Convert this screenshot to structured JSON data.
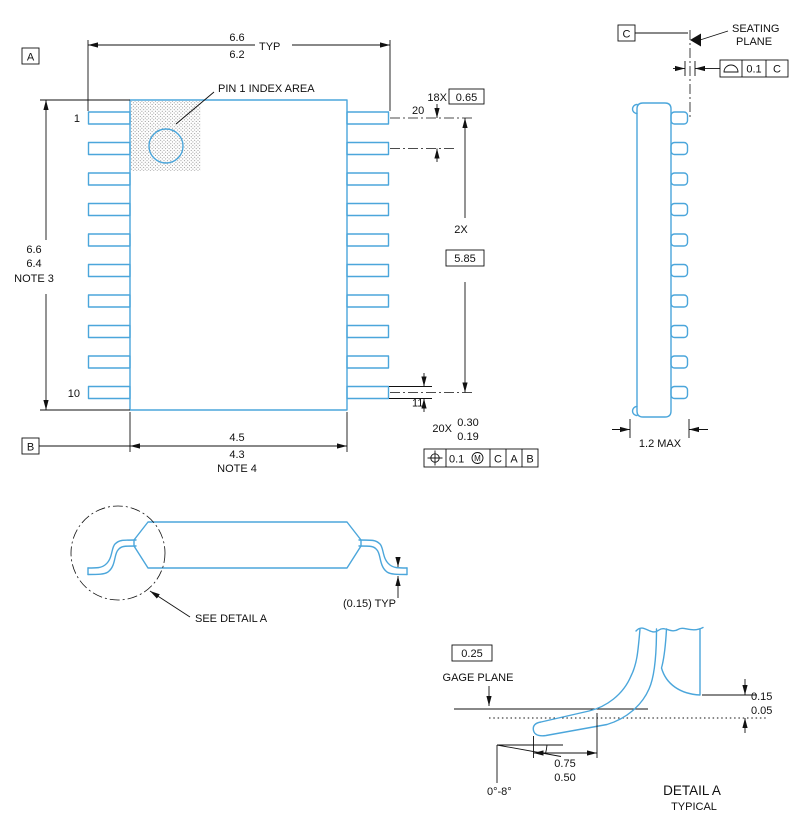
{
  "meta": {
    "drawing_color": "#4ba6db",
    "dimension_color": "#111111",
    "background": "#ffffff"
  },
  "icons": {
    "position-symbol": "⌖",
    "circled-m-symbol": "Ⓜ",
    "profile-of-surface-symbol": "⌓",
    "seating-plane-triangle": "◀"
  },
  "top_view": {
    "datum_a": "A",
    "datum_b": "B",
    "width_dim": {
      "upper": "6.6",
      "lower": "6.2",
      "suffix": "TYP"
    },
    "pin1_label": "PIN 1 INDEX AREA",
    "pins": {
      "first_left": "1",
      "last_left": "10",
      "first_right": "20",
      "last_right": "11"
    },
    "pitch": {
      "count": "18X",
      "value": "0.65"
    },
    "span": {
      "count": "2X",
      "value": "5.85"
    },
    "length_dim": {
      "upper": "6.6",
      "lower": "6.4",
      "note": "NOTE 3"
    },
    "body_width_dim": {
      "upper": "4.5",
      "lower": "4.3",
      "note": "NOTE 4"
    },
    "lead_width": {
      "count": "20X",
      "upper": "0.30",
      "lower": "0.19"
    },
    "position_fcf": {
      "tolerance": "0.1",
      "modifier": "M",
      "datum1": "C",
      "datum2": "A",
      "datum3": "B"
    }
  },
  "side_view": {
    "datum_c": "C",
    "seating_plane": {
      "line1": "SEATING",
      "line2": "PLANE"
    },
    "profile_fcf": {
      "tolerance": "0.1",
      "datum": "C"
    },
    "thickness": "1.2 MAX"
  },
  "front_view": {
    "detail_callout": "SEE DETAIL A",
    "lead_thickness": "(0.15) TYP"
  },
  "detail_a": {
    "gage_offset": "0.25",
    "gage_label": "GAGE PLANE",
    "standoff": {
      "upper": "0.15",
      "lower": "0.05"
    },
    "foot_length": {
      "upper": "0.75",
      "lower": "0.50"
    },
    "angle": "0°-8°",
    "title": "DETAIL A",
    "subtitle": "TYPICAL"
  }
}
